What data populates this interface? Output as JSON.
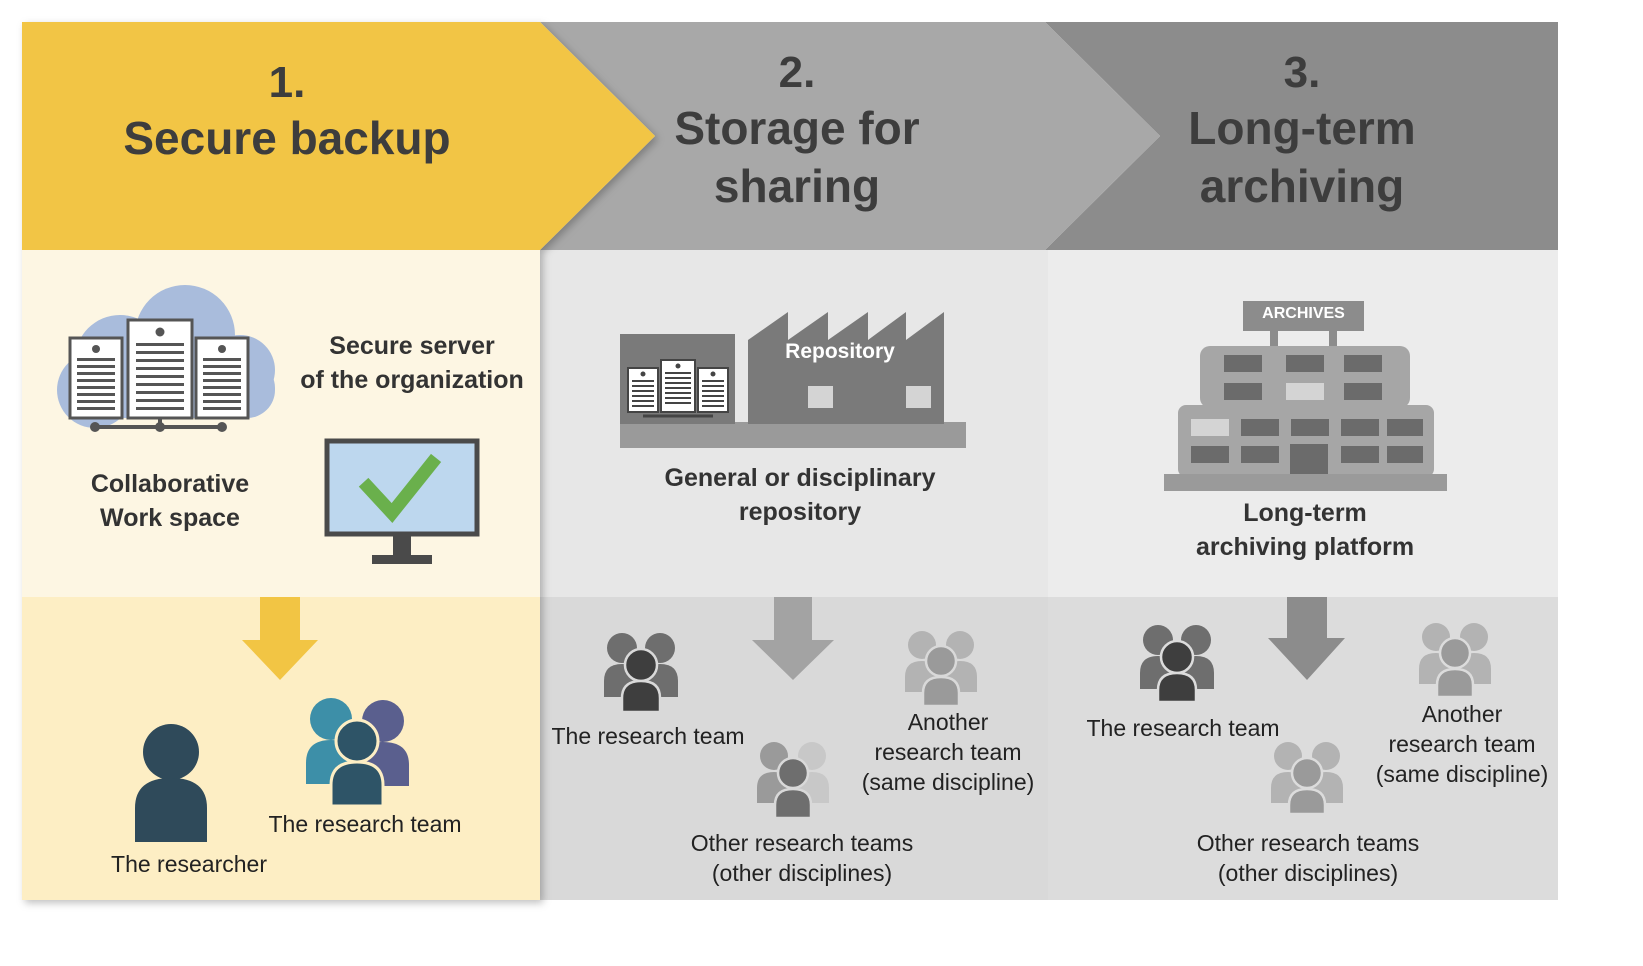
{
  "stage1": {
    "number": "1.",
    "title": "Secure backup",
    "server_label": "Secure server\nof the organization",
    "workspace_label": "Collaborative\nWork space",
    "people": {
      "researcher": "The researcher",
      "team": "The research team"
    }
  },
  "stage2": {
    "number": "2.",
    "title": "Storage for\nsharing",
    "building_sign": "Repository",
    "platform_label": "General or disciplinary\nrepository",
    "people": {
      "team": "The research team",
      "another": "Another\nresearch team\n(same discipline)",
      "others": "Other research teams\n(other disciplines)"
    }
  },
  "stage3": {
    "number": "3.",
    "title": "Long-term\narchiving",
    "building_sign": "ARCHIVES",
    "platform_label": "Long-term\narchiving platform",
    "people": {
      "team": "The research team",
      "another": "Another\nresearch team\n(same discipline)",
      "others": "Other research teams\n(other disciplines)"
    }
  },
  "colors": {
    "stage1_header": "#f2c544",
    "stage1_mid": "#fdf6e3",
    "stage1_bottom": "#fdeec4",
    "stage2_header": "#a8a8a8",
    "stage2_mid": "#e7e7e7",
    "stage2_bottom": "#dadada",
    "stage3_header": "#8c8c8c",
    "stage3_mid": "#ececec",
    "stage3_bottom": "#dcdcdc",
    "check_green": "#6ab04c",
    "researcher_navy": "#2f4a5a",
    "team_teal": "#3d8fa8",
    "team_purple": "#5a5f8e"
  },
  "icons": [
    "cloud-server-icon",
    "monitor-check-icon",
    "repository-factory-icon",
    "archives-building-icon",
    "arrow-down-icon",
    "person-icon",
    "group-icon"
  ]
}
